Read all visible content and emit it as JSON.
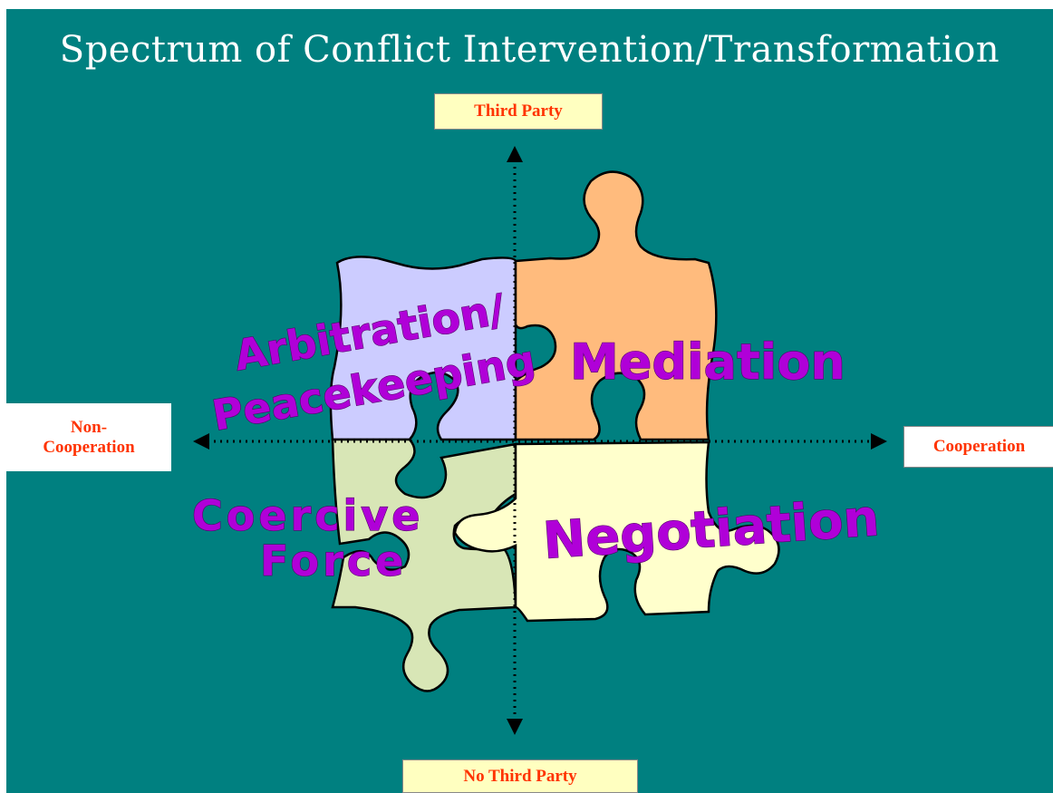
{
  "slide": {
    "title": "Spectrum of Conflict Intervention/Transformation"
  },
  "axes": {
    "top": "Third Party",
    "bottom": "No Third Party",
    "left": "Non-\nCooperation",
    "right": "Cooperation"
  },
  "pieces": {
    "arbitration": {
      "line1": "Arbitration/",
      "line2": "Peacekeeping",
      "color": "#ccccff"
    },
    "mediation": {
      "label": "Mediation",
      "color": "#ffbb7d"
    },
    "coercive": {
      "line1": "Coercive",
      "line2": "Force",
      "color": "#d8e6b6"
    },
    "negotiation": {
      "label": "Negotiation",
      "color": "#ffffcc"
    }
  },
  "colors": {
    "background": "#008080",
    "axis_label_text": "#ff3300",
    "piece_text": "#b000d8"
  }
}
